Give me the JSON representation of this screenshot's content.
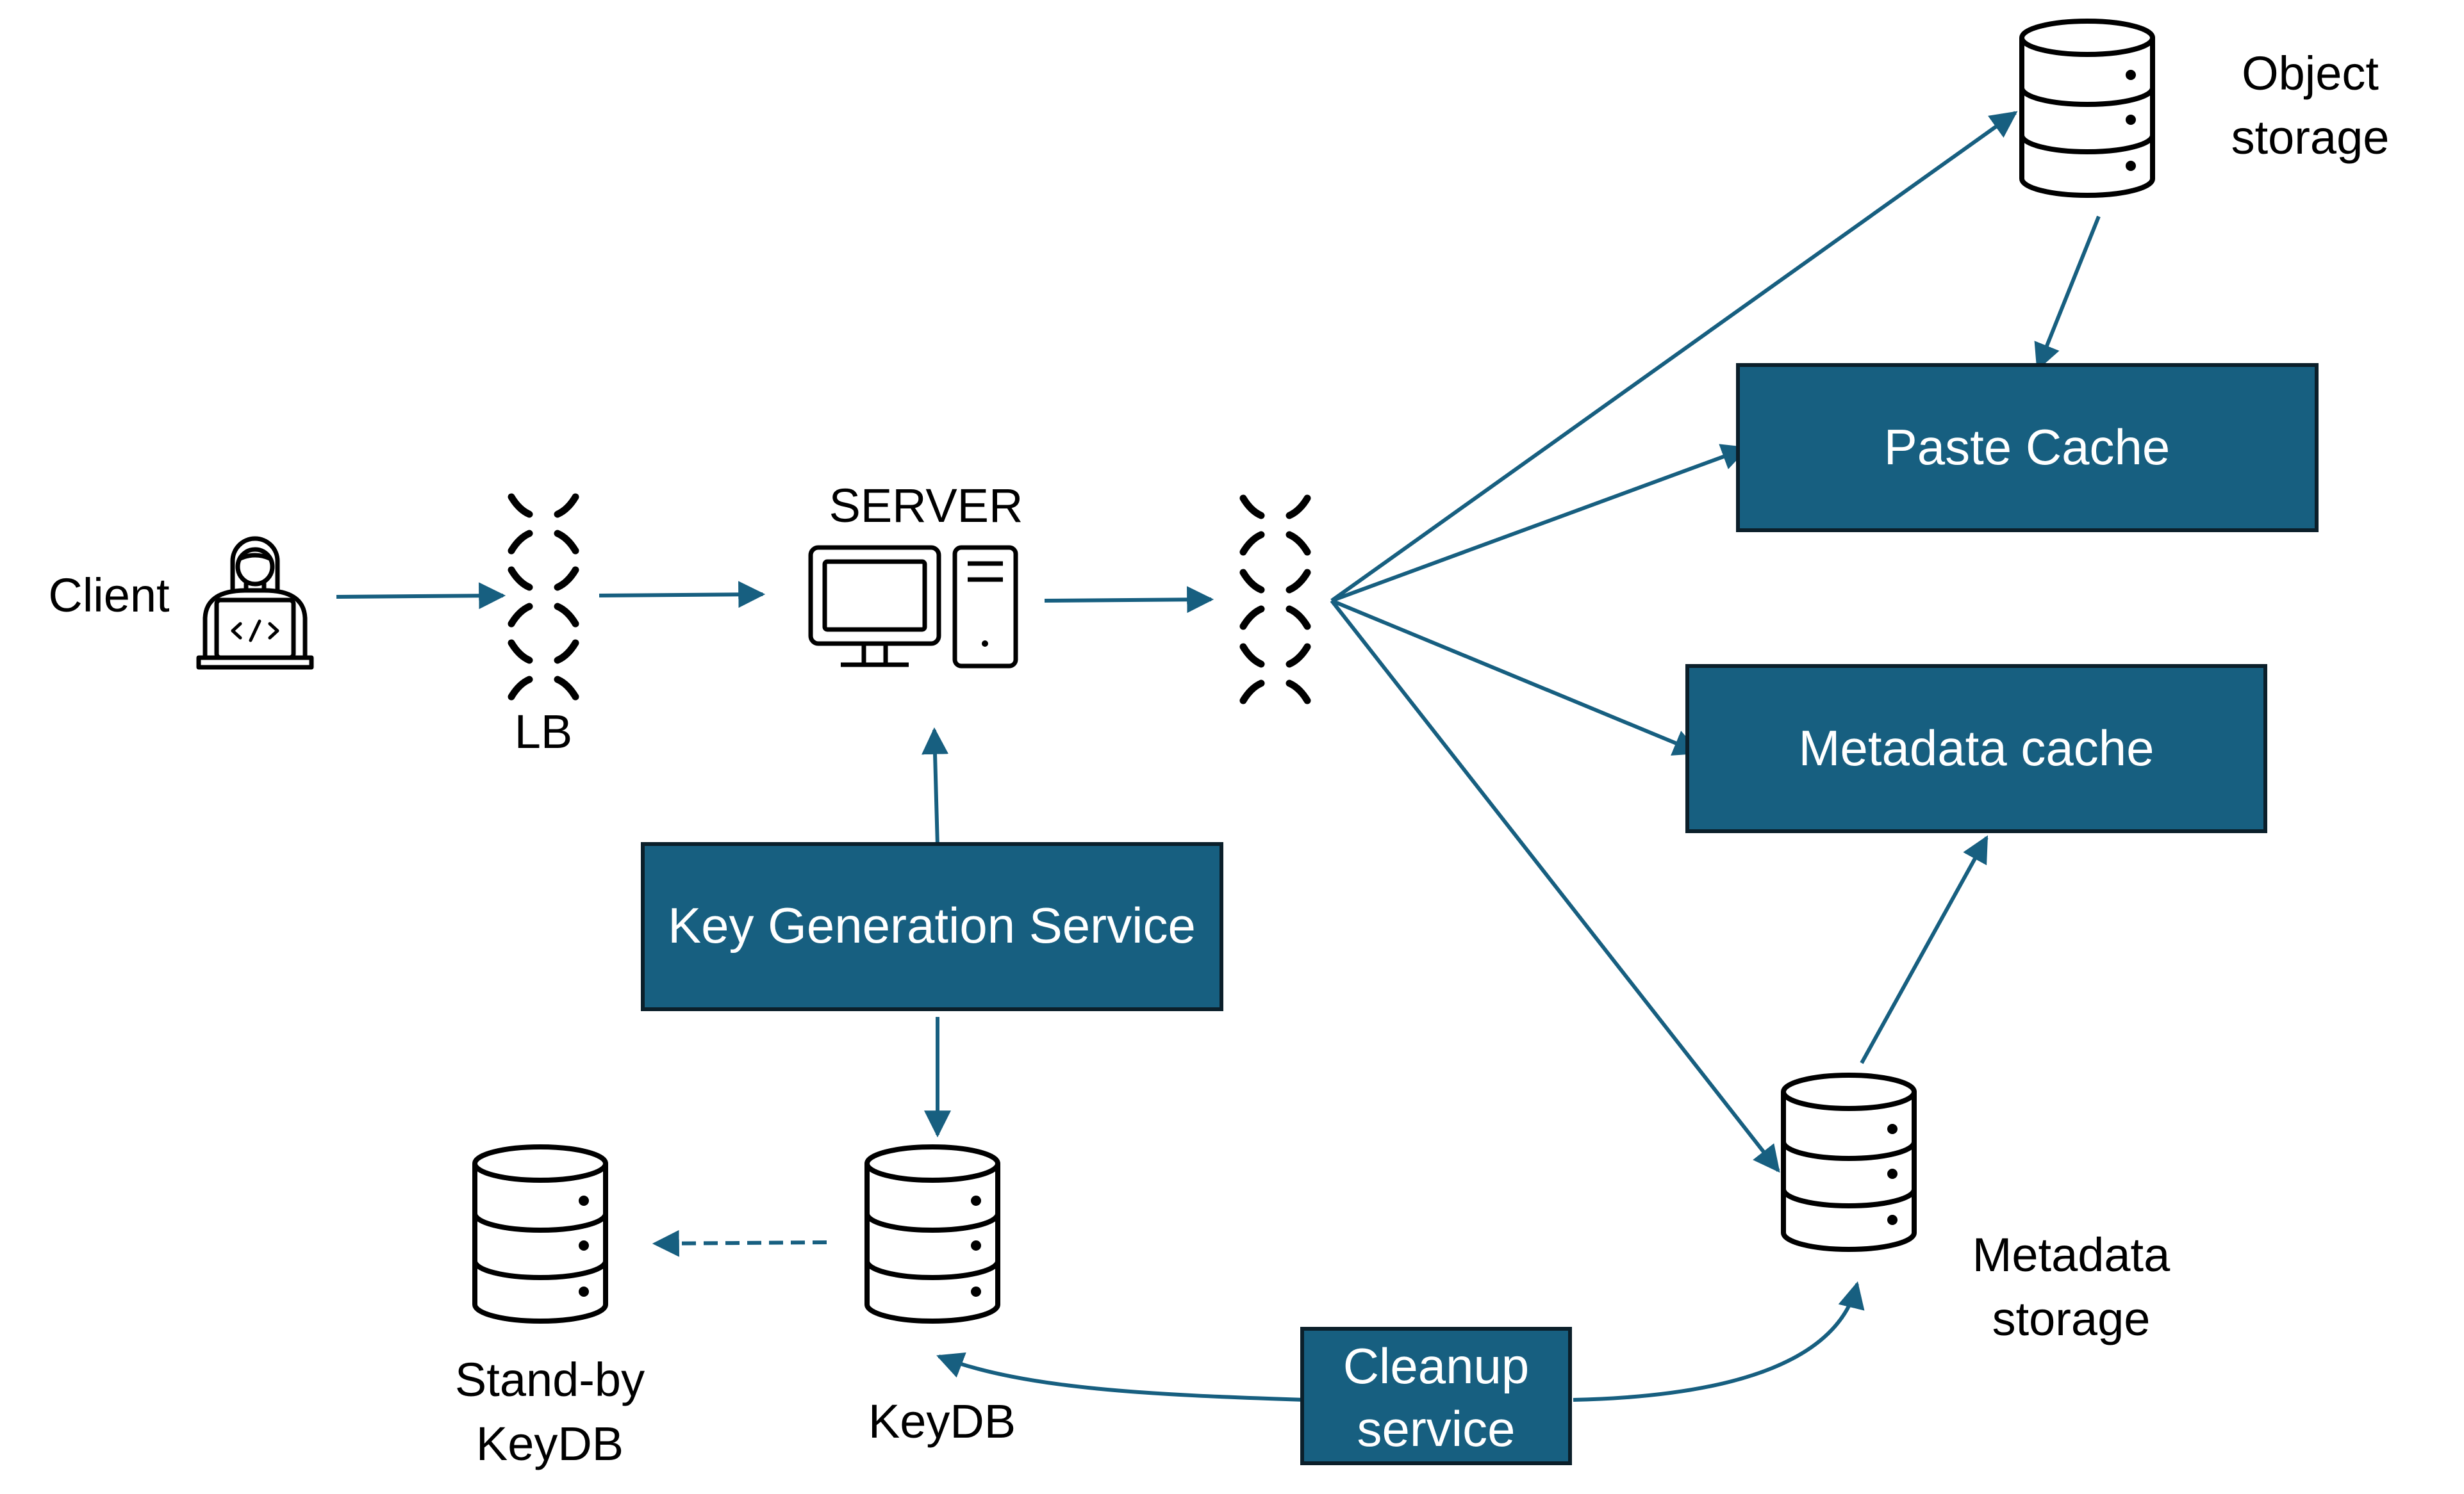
{
  "colors": {
    "box_fill": "#175f80",
    "box_stroke": "#0b1f2a",
    "arrow": "#175f80",
    "icon": "#000000",
    "background": "#ffffff"
  },
  "labels": {
    "client": "Client",
    "lb": "LB",
    "server": "SERVER",
    "object_storage_line1": "Object",
    "object_storage_line2": "storage",
    "metadata_storage_line1": "Metadata",
    "metadata_storage_line2": "storage",
    "keydb": "KeyDB",
    "standby_line1": "Stand-by",
    "standby_line2": "KeyDB"
  },
  "boxes": {
    "paste_cache": "Paste Cache",
    "metadata_cache": "Metadata cache",
    "key_generation_service": "Key Generation Service",
    "cleanup_line1": "Cleanup",
    "cleanup_line2": "service"
  },
  "icons": {
    "client": "developer-person-icon",
    "load_balancer": "load-balancer-icon",
    "server": "server-computer-icon",
    "database": "database-icon"
  }
}
